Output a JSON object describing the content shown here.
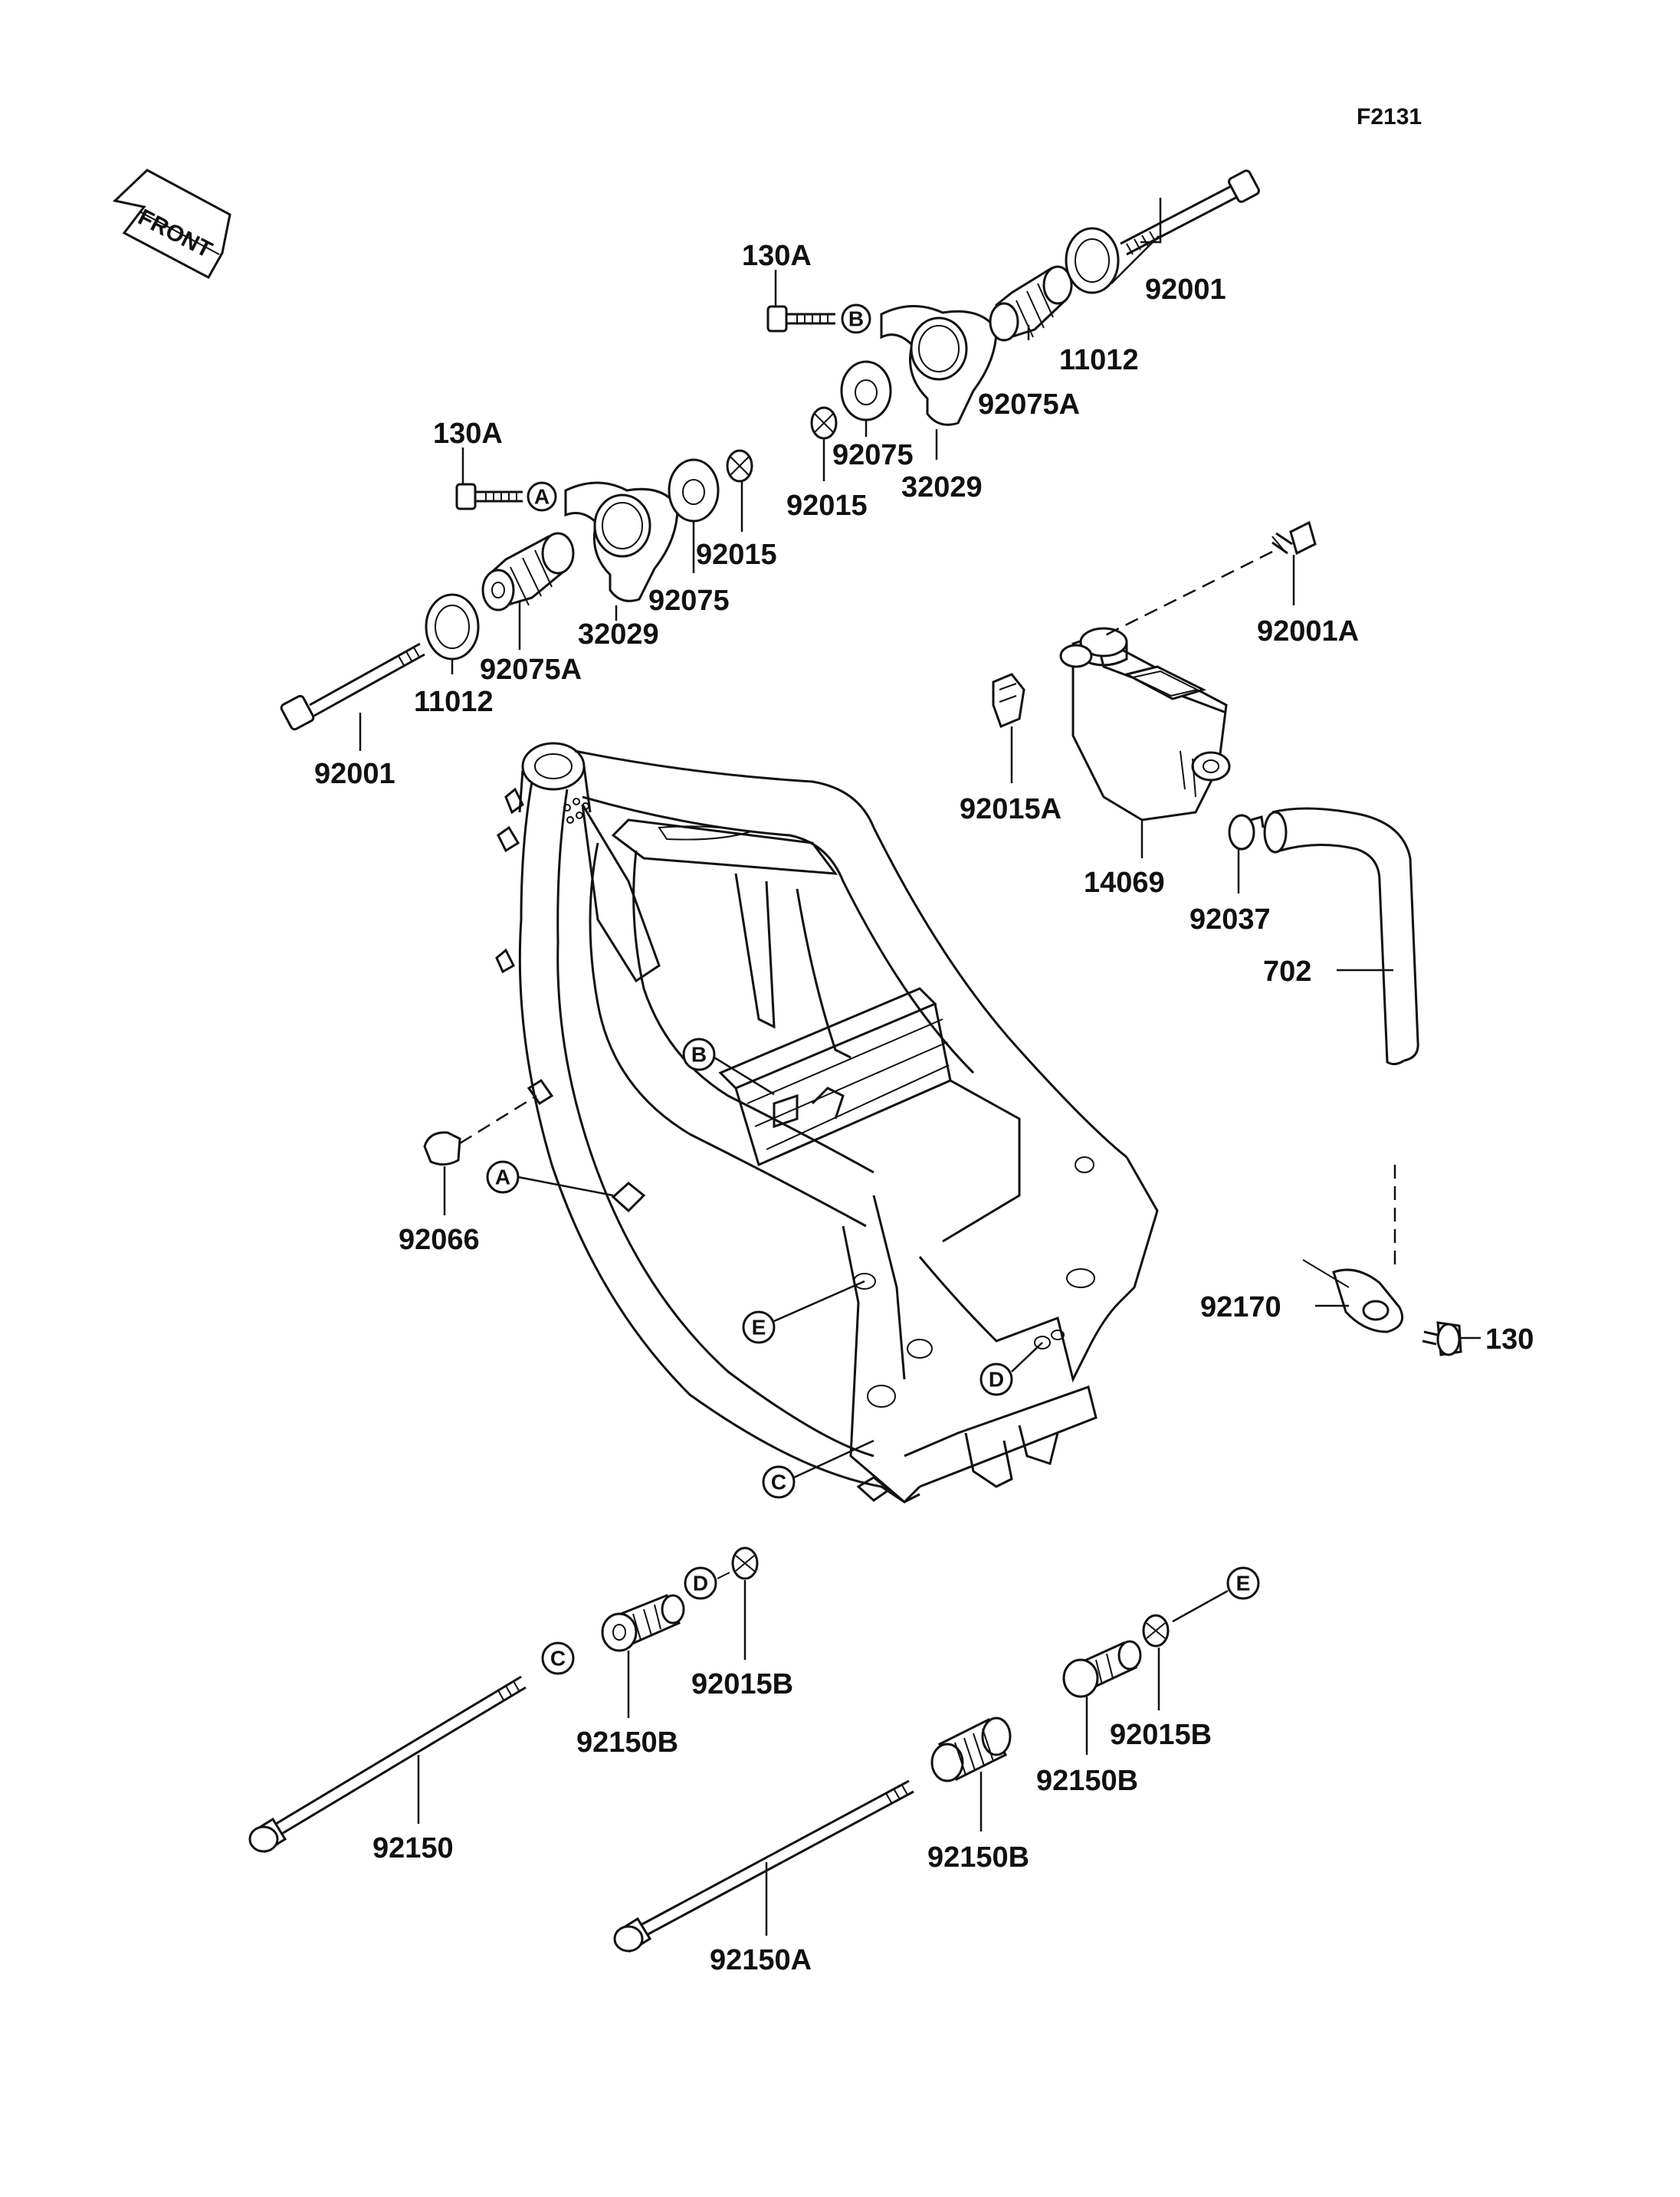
{
  "figure_code": "F2131",
  "front_arrow": {
    "text": "FRONT",
    "icon": "front-direction-arrow-icon"
  },
  "callouts": [
    "A",
    "B",
    "C",
    "D",
    "E"
  ],
  "parts": {
    "p130A_top": "130A",
    "p130A_left": "130A",
    "p92001_top": "92001",
    "p92001_left": "92001",
    "p11012_top": "11012",
    "p11012_left": "11012",
    "p92075A_top": "92075A",
    "p92075A_left": "92075A",
    "p92075_top": "92075",
    "p92075_left": "92075",
    "p92015_top": "92015",
    "p92015_left": "92015",
    "p32029_top": "32029",
    "p32029_left": "32029",
    "p92001A": "92001A",
    "p92015A": "92015A",
    "p14069": "14069",
    "p92037": "92037",
    "p702": "702",
    "p92066": "92066",
    "p92170": "92170",
    "p130": "130",
    "p92015B_a": "92015B",
    "p92015B_b": "92015B",
    "p92150B_a": "92150B",
    "p92150B_b": "92150B",
    "p92150B_c": "92150B",
    "p92150": "92150",
    "p92150A": "92150A"
  }
}
